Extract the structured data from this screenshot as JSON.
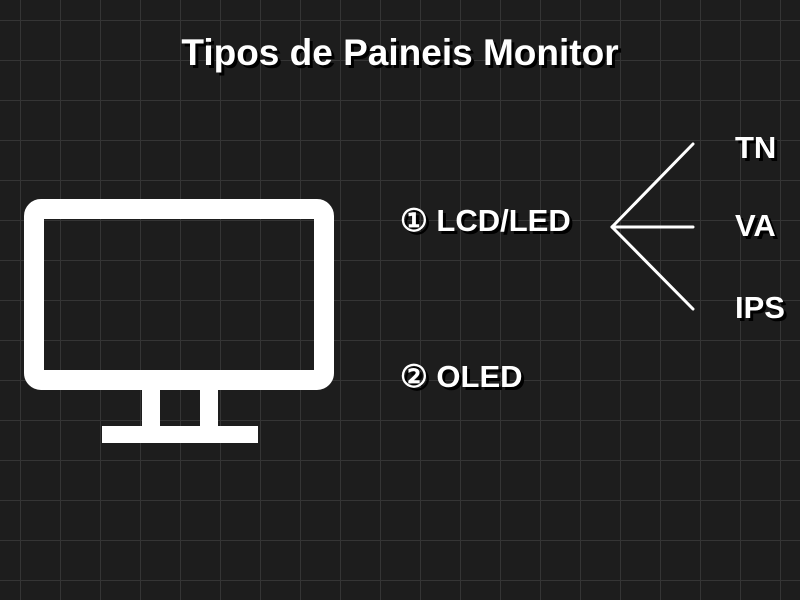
{
  "title": "Tipos de Paineis Monitor",
  "panels": {
    "lcd": "① LCD/LED",
    "oled": "② OLED"
  },
  "lcd_types": {
    "tn": "TN",
    "va": "VA",
    "ips": "IPS"
  },
  "icon": "monitor-icon",
  "colors": {
    "background": "#1d1d1d",
    "grid": "#353535",
    "foreground": "#ffffff"
  }
}
